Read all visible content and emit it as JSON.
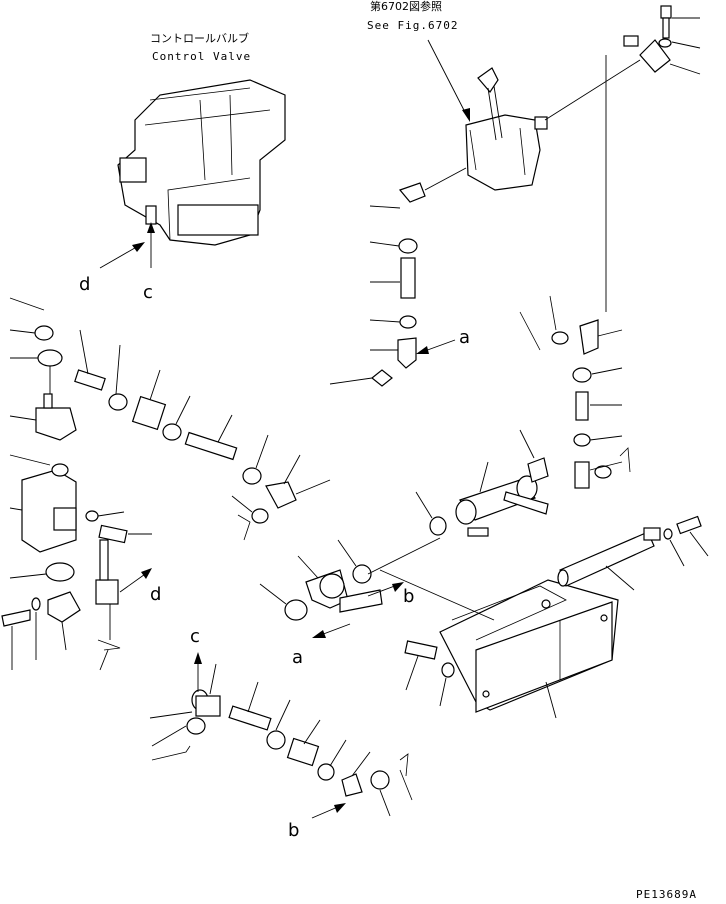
{
  "labels": {
    "control_valve_jp": "コントロールバルブ",
    "control_valve_en": "Control Valve",
    "see_fig_jp": "第6702図参照",
    "see_fig_en": "See Fig.6702",
    "drawing_number": "PE13689A"
  },
  "reference_letters": {
    "a": "a",
    "b": "b",
    "c": "c",
    "d": "d"
  }
}
